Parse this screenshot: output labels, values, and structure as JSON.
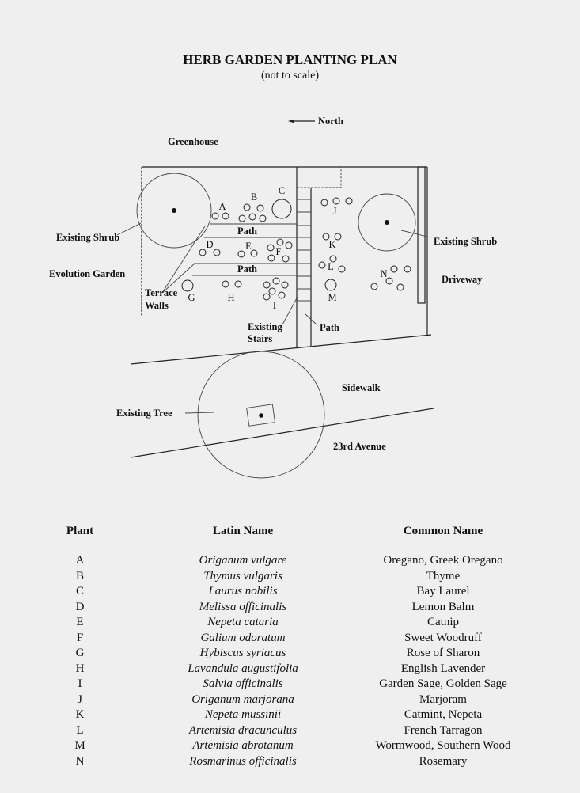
{
  "title": "HERB GARDEN PLANTING PLAN",
  "subtitle": "(not to scale)",
  "diagram": {
    "north": "North",
    "greenhouse": "Greenhouse",
    "existing_shrub_left": "Existing Shrub",
    "existing_shrub_right": "Existing Shrub",
    "evolution_garden": "Evolution Garden",
    "terrace_walls_1": "Terrace",
    "terrace_walls_2": "Walls",
    "path_upper": "Path",
    "path_lower": "Path",
    "path_stairs": "Path",
    "existing_stairs_1": "Existing",
    "existing_stairs_2": "Stairs",
    "driveway": "Driveway",
    "sidewalk": "Sidewalk",
    "existing_tree": "Existing Tree",
    "avenue": "23rd Avenue",
    "plant_labels": [
      "A",
      "B",
      "C",
      "D",
      "E",
      "F",
      "G",
      "H",
      "I",
      "J",
      "K",
      "L",
      "M",
      "N"
    ]
  },
  "table": {
    "headers": {
      "plant": "Plant",
      "latin": "Latin Name",
      "common": "Common Name"
    },
    "rows": [
      {
        "plant": "A",
        "latin": "Origanum vulgare",
        "common": "Oregano, Greek Oregano"
      },
      {
        "plant": "B",
        "latin": "Thymus vulgaris",
        "common": "Thyme"
      },
      {
        "plant": "C",
        "latin": "Laurus nobilis",
        "common": "Bay Laurel"
      },
      {
        "plant": "D",
        "latin": "Melissa officinalis",
        "common": "Lemon Balm"
      },
      {
        "plant": "E",
        "latin": "Nepeta cataria",
        "common": "Catnip"
      },
      {
        "plant": "F",
        "latin": "Galium odoratum",
        "common": "Sweet Woodruff"
      },
      {
        "plant": "G",
        "latin": "Hybiscus syriacus",
        "common": "Rose of Sharon"
      },
      {
        "plant": "H",
        "latin": "Lavandula augustifolia",
        "common": "English Lavender"
      },
      {
        "plant": "I",
        "latin": "Salvia officinalis",
        "common": "Garden Sage, Golden Sage"
      },
      {
        "plant": "J",
        "latin": "Origanum marjorana",
        "common": "Marjoram"
      },
      {
        "plant": "K",
        "latin": "Nepeta mussinii",
        "common": "Catmint, Nepeta"
      },
      {
        "plant": "L",
        "latin": "Artemisia dracunculus",
        "common": "French Tarragon"
      },
      {
        "plant": "M",
        "latin": "Artemisia abrotanum",
        "common": "Wormwood, Southern Wood"
      },
      {
        "plant": "N",
        "latin": "Rosmarinus officinalis",
        "common": "Rosemary"
      }
    ]
  }
}
